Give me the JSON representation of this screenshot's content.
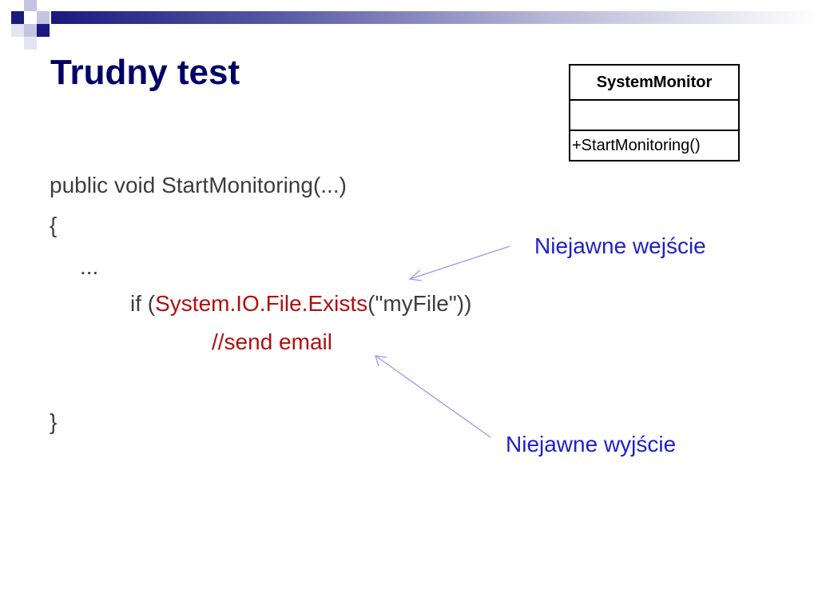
{
  "slide": {
    "title": "Trudny test",
    "code": {
      "line1": "public void StartMonitoring(...)",
      "line2": "{",
      "line3": "...",
      "line4_prefix": "if (",
      "line4_call": "System.IO.File.Exists",
      "line4_suffix": "(\"myFile\"))",
      "line5": "//send email",
      "line6": "}"
    },
    "uml": {
      "class_name": "SystemMonitor",
      "attributes": "",
      "operations": "+StartMonitoring()"
    },
    "annotations": {
      "implicit_input": "Niejawne wejście",
      "implicit_output": "Niejawne wyjście"
    }
  },
  "colors": {
    "title": "#000066",
    "code_text": "#3d3d3d",
    "highlight": "#b01010",
    "annotation": "#1f1fcc",
    "arrow": "#9999ee"
  }
}
